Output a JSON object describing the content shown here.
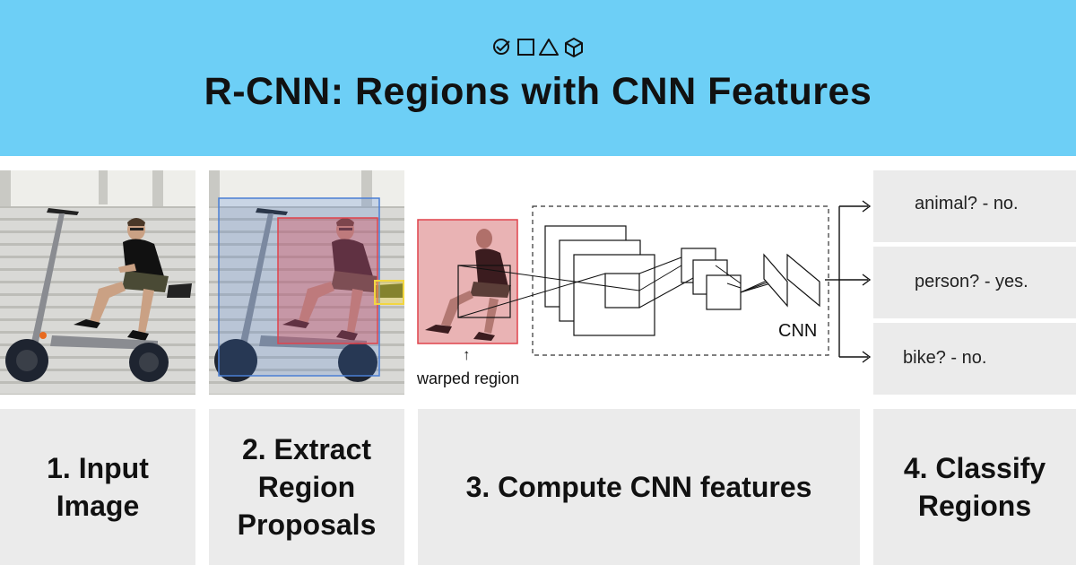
{
  "header": {
    "title": "R-CNN: Regions with CNN Features",
    "logo_icons": [
      "check-circle-icon",
      "square-icon",
      "triangle-icon",
      "cube-icon"
    ],
    "background_color": "#6dcff6"
  },
  "steps": [
    {
      "label": "1. Input\nImage"
    },
    {
      "label": "2. Extract\nRegion\nProposals"
    },
    {
      "label": "3. Compute CNN features"
    },
    {
      "label": "4. Classify\nRegions"
    }
  ],
  "diagram": {
    "warped_caption": "warped region",
    "arrow_glyph": "↑",
    "cnn_label": "CNN",
    "proposal_colors": {
      "blue": "#4a7fd4",
      "red": "#e0434c",
      "yellow": "#f2d640"
    }
  },
  "classifications": [
    {
      "text": "animal? - no."
    },
    {
      "text": "person? - yes."
    },
    {
      "text": "bike? - no."
    }
  ]
}
